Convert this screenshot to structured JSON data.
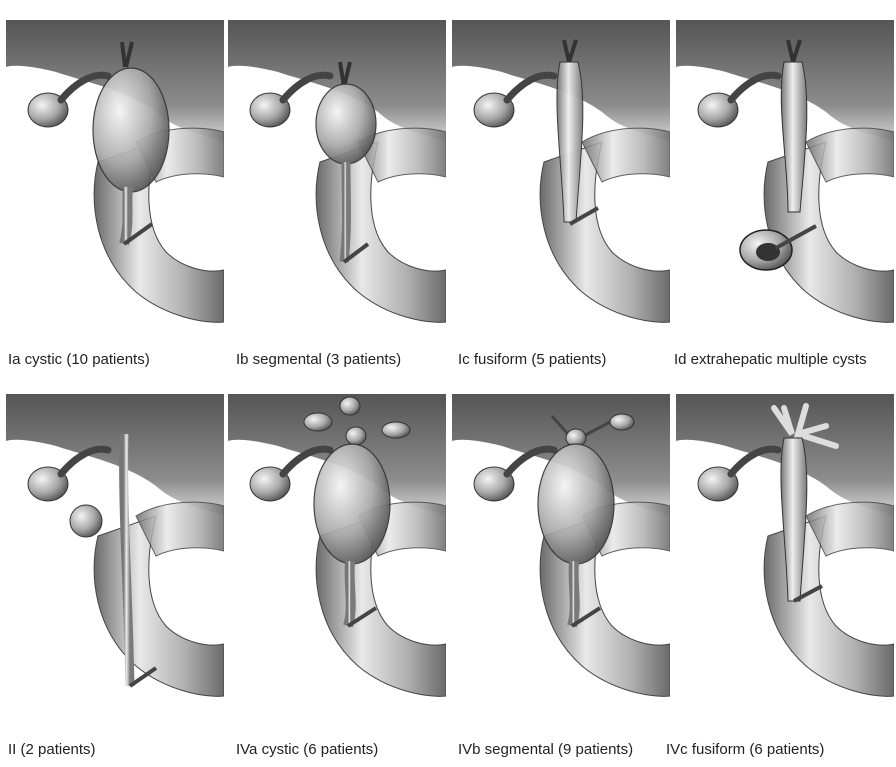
{
  "panels": [
    {
      "id": "Ia",
      "caption": "Ia cystic (10 patients)"
    },
    {
      "id": "Ib",
      "caption": "Ib segmental (3 patients)"
    },
    {
      "id": "Ic",
      "caption": "Ic fusiform (5 patients)"
    },
    {
      "id": "Id",
      "caption": "Id extrahepatic multiple cysts"
    },
    {
      "id": "II",
      "caption": "II (2 patients)"
    },
    {
      "id": "IVa",
      "caption": "IVa cystic (6 patients)"
    },
    {
      "id": "IVb",
      "caption": "IVb segmental (9 patients)"
    },
    {
      "id": "IVc",
      "caption": "IVc fusiform (6 patients)"
    }
  ]
}
